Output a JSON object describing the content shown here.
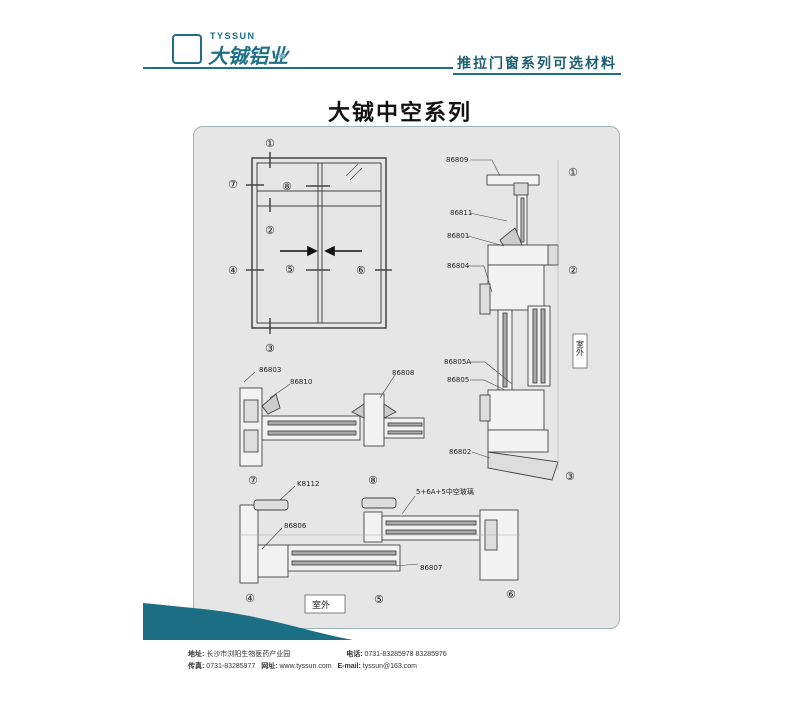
{
  "header": {
    "logo_en": "TYSSUN",
    "logo_cn": "大铖铝业",
    "series_title": "推拉门窗系列可选材料"
  },
  "page_title": "大铖中空系列",
  "window_markers": [
    "①",
    "②",
    "③",
    "④",
    "⑤",
    "⑥",
    "⑦",
    "⑧"
  ],
  "parts": [
    "86809",
    "86811",
    "86801",
    "86804",
    "86805A",
    "86805",
    "86802",
    "86803",
    "86810",
    "86808",
    "K8112",
    "86806",
    "86807"
  ],
  "glass_note": "5+6A+5中空玻璃",
  "outdoor_label": "室外",
  "outdoor_label_vertical": "室外",
  "footer": {
    "address_label": "地址:",
    "address": "长沙市浏阳生物医药产业园",
    "phone_label": "电话:",
    "phone": "0731-83285978  83285976",
    "fax_label": "传真:",
    "fax": "0731-83285977",
    "web_label": "网址:",
    "web": "www.tyssun.com",
    "email_label": "E-mail:",
    "email": "tyssun@163.com"
  }
}
